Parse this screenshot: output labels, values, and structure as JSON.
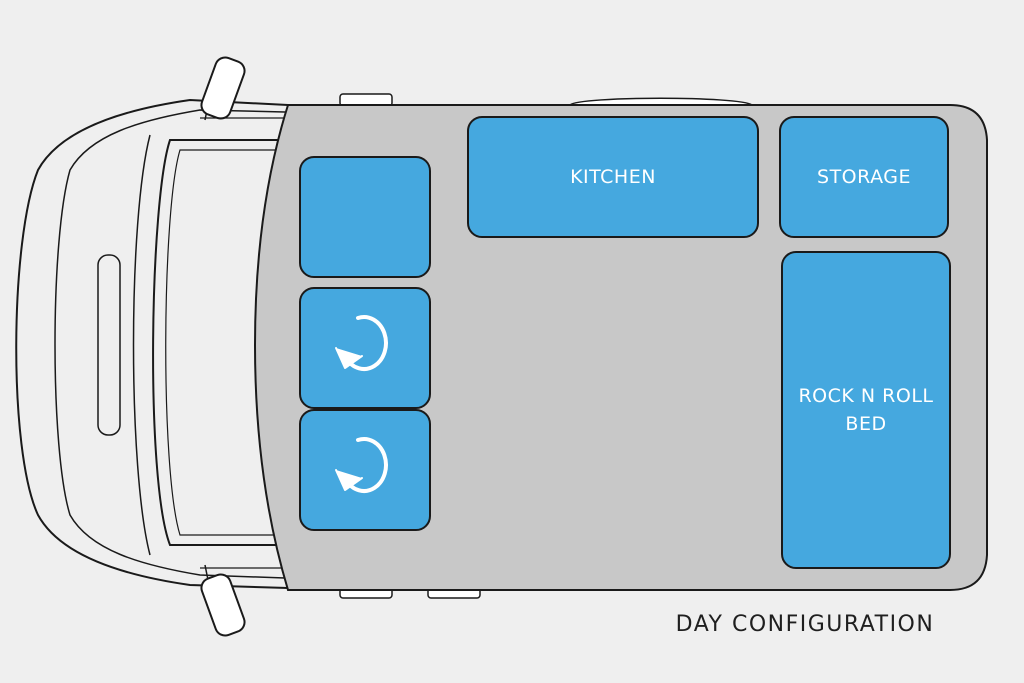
{
  "modules": {
    "kitchen": "KITCHEN",
    "storage": "STORAGE",
    "bed_line1": "ROCK N ROLL",
    "bed_line2": "BED"
  },
  "caption": "DAY CONFIGURATION",
  "colors": {
    "module_fill": "#45a8df",
    "floor_fill": "#c8c8c8",
    "background": "#efefef",
    "outline": "#1a1a1a"
  },
  "icons": {
    "swivel_seat": "rotate-arrow-icon"
  }
}
